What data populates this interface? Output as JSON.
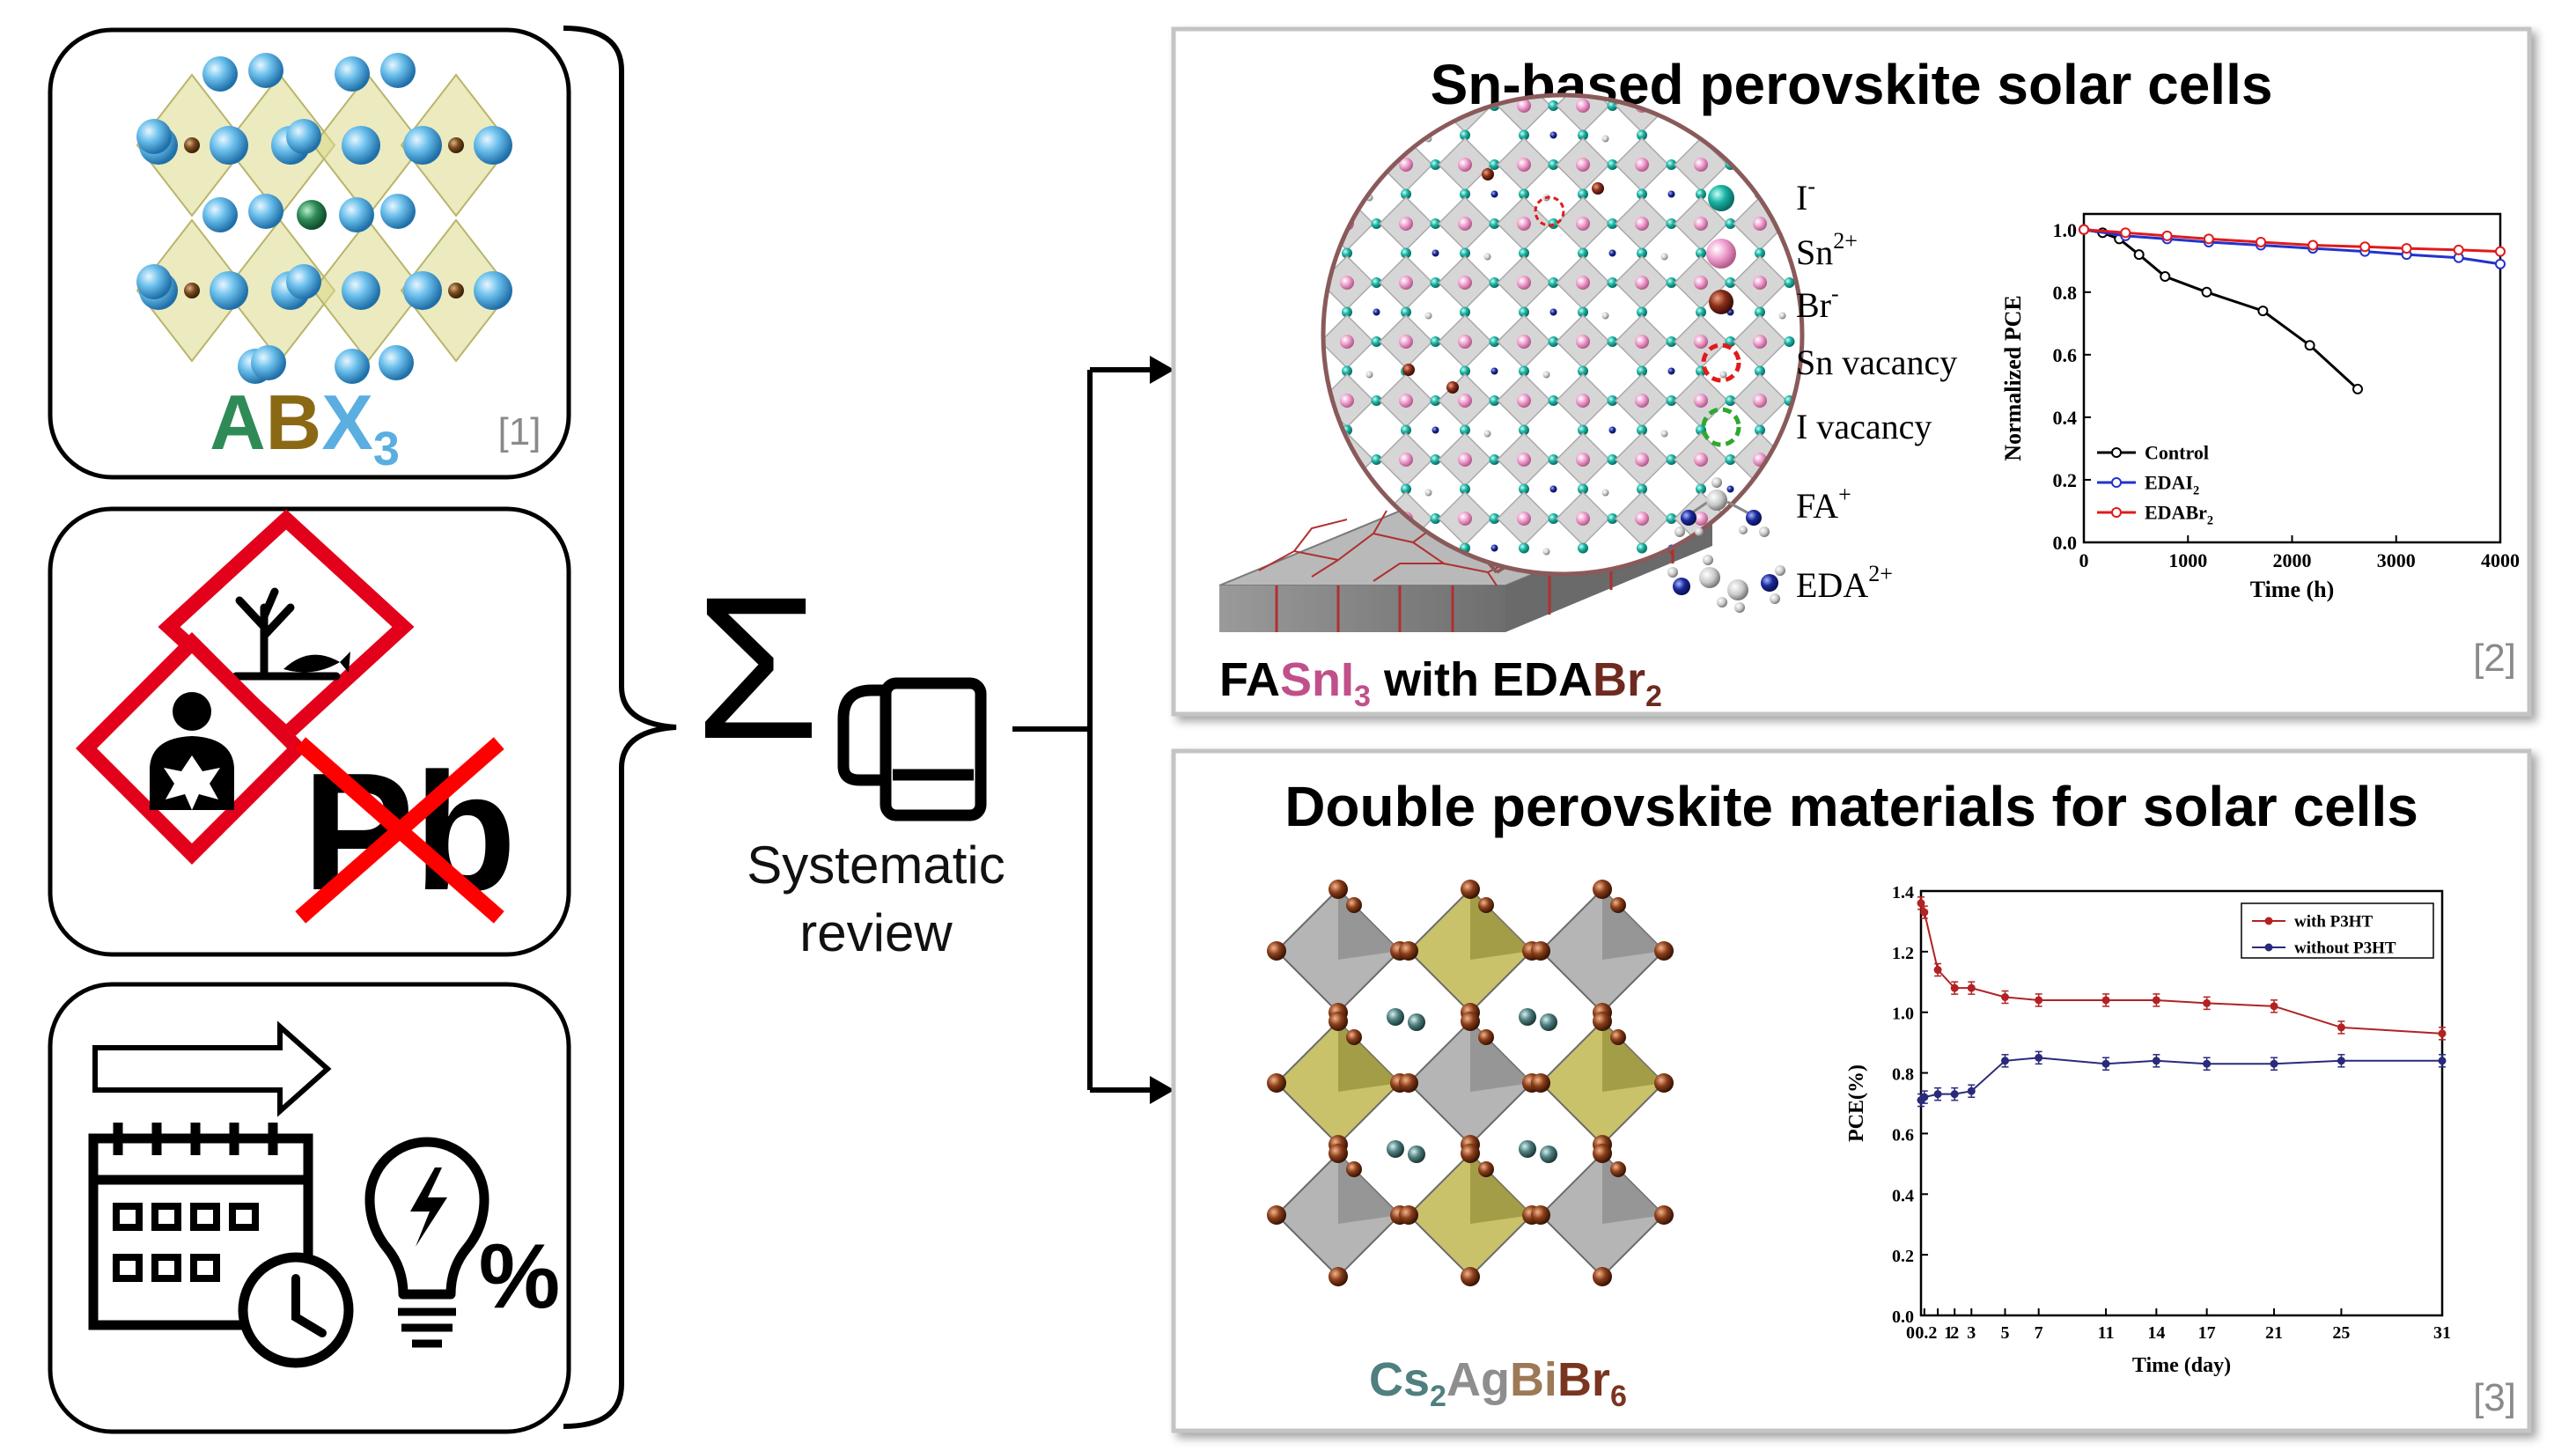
{
  "left_panels": {
    "structure": {
      "formula": {
        "a": "A",
        "b": "B",
        "x": "X",
        "sub": "3"
      },
      "ref": "[1]"
    },
    "toxicity": {
      "pb_label": "Pb"
    },
    "stability": {
      "percent": "%"
    }
  },
  "center": {
    "caption_line1": "Systematic",
    "caption_line2": "review"
  },
  "sn_panel": {
    "title": "Sn-based perovskite solar cells",
    "ref": "[2]",
    "material": {
      "part1": "FA",
      "part2": "SnI",
      "part2_sub": "3",
      "part3": " with EDA",
      "part4": "Br",
      "part4_sub": "2"
    },
    "legend": {
      "iodide": {
        "base": "I",
        "sup": "-"
      },
      "tin": {
        "base": "Sn",
        "sup": "2+"
      },
      "bromide": {
        "base": "Br",
        "sup": "-"
      },
      "sn_vacancy": "Sn vacancy",
      "i_vacancy": "I vacancy",
      "fa": {
        "base": "FA",
        "sup": "+"
      },
      "eda": {
        "base": "EDA",
        "sup": "2+"
      }
    }
  },
  "dp_panel": {
    "title": "Double perovskite materials for solar cells",
    "ref": "[3]",
    "material": {
      "cs": "Cs",
      "cs_sub": "2",
      "ag": "Ag",
      "bi": "Bi",
      "br": "Br",
      "br_sub": "6"
    }
  },
  "colors": {
    "a_site": "#2e8b57",
    "b_site": "#8b6914",
    "x_site": "#5aaee0",
    "tin_site": "#c0508a",
    "bromide_site": "#6e2a1f",
    "cs": "#4f7f7f",
    "ag": "#8e8e8e",
    "bi": "#9c7a55",
    "br": "#7a3520",
    "hazard_red": "#e3001b",
    "cross_red": "#ff0000",
    "series_black": "#000000",
    "series_blue": "#2233cc",
    "series_red": "#e01b1b",
    "dp_red": "#b22222",
    "dp_blue": "#2a2a7a"
  },
  "icons": [
    "perovskite-structure-icon",
    "environment-hazard-icon",
    "health-hazard-icon",
    "lead-cross-icon",
    "arrow-right-icon",
    "calendar-icon",
    "clock-icon",
    "lightbulb-icon",
    "sigma-icon",
    "review-documents-icon"
  ],
  "chart_data": [
    {
      "type": "line",
      "xlabel": "Time (h)",
      "ylabel": "Normalized PCE",
      "xlim": [
        0,
        4000
      ],
      "ylim": [
        0.0,
        1.05
      ],
      "xticks": [
        "0",
        "1000",
        "2000",
        "3000",
        "4000"
      ],
      "yticks": [
        "0.0",
        "0.2",
        "0.4",
        "0.6",
        "0.8",
        "1.0"
      ],
      "legend_position": "bottom-left",
      "grid": false,
      "series": [
        {
          "name": "Control",
          "x": [
            0,
            180,
            340,
            530,
            780,
            1180,
            1720,
            2170,
            2630
          ],
          "y": [
            1.0,
            0.99,
            0.97,
            0.92,
            0.85,
            0.8,
            0.74,
            0.63,
            0.49
          ]
        },
        {
          "name": "EDAI",
          "name_sub": "2",
          "x": [
            0,
            400,
            800,
            1200,
            1700,
            2200,
            2700,
            3100,
            3600,
            4000
          ],
          "y": [
            1.0,
            0.98,
            0.97,
            0.96,
            0.95,
            0.94,
            0.93,
            0.92,
            0.91,
            0.89
          ]
        },
        {
          "name": "EDABr",
          "name_sub": "2",
          "x": [
            0,
            400,
            800,
            1200,
            1700,
            2200,
            2700,
            3100,
            3600,
            4000
          ],
          "y": [
            1.0,
            0.99,
            0.98,
            0.97,
            0.96,
            0.95,
            0.945,
            0.94,
            0.935,
            0.93
          ]
        }
      ]
    },
    {
      "type": "line",
      "xlabel": "Time (day)",
      "ylabel": "PCE(%)",
      "xlim": [
        0,
        31
      ],
      "ylim": [
        0.0,
        1.4
      ],
      "xticks": [
        {
          "value": 0,
          "label": "0"
        },
        {
          "value": 0.2,
          "label": "0.2"
        },
        {
          "value": 1,
          "label": "1"
        },
        {
          "value": 2,
          "label": "2"
        },
        {
          "value": 3,
          "label": "3"
        },
        {
          "value": 5,
          "label": "5"
        },
        {
          "value": 7,
          "label": "7"
        },
        {
          "value": 11,
          "label": "11"
        },
        {
          "value": 14,
          "label": "14"
        },
        {
          "value": 17,
          "label": "17"
        },
        {
          "value": 21,
          "label": "21"
        },
        {
          "value": 25,
          "label": "25"
        },
        {
          "value": 31,
          "label": "31"
        }
      ],
      "yticks": [
        "0.0",
        "0.2",
        "0.4",
        "0.6",
        "0.8",
        "1.0",
        "1.2",
        "1.4"
      ],
      "legend_position": "top-right",
      "grid": false,
      "series": [
        {
          "name": "with P3HT",
          "x": [
            0,
            0.2,
            1,
            2,
            3,
            5,
            7,
            11,
            14,
            17,
            21,
            25,
            31
          ],
          "y": [
            1.36,
            1.33,
            1.14,
            1.08,
            1.08,
            1.05,
            1.04,
            1.04,
            1.04,
            1.03,
            1.02,
            0.95,
            0.93
          ]
        },
        {
          "name": "without P3HT",
          "x": [
            0,
            0.2,
            1,
            2,
            3,
            5,
            7,
            11,
            14,
            17,
            21,
            25,
            31
          ],
          "y": [
            0.71,
            0.72,
            0.73,
            0.73,
            0.74,
            0.84,
            0.85,
            0.83,
            0.84,
            0.83,
            0.83,
            0.84,
            0.84
          ]
        }
      ]
    }
  ]
}
